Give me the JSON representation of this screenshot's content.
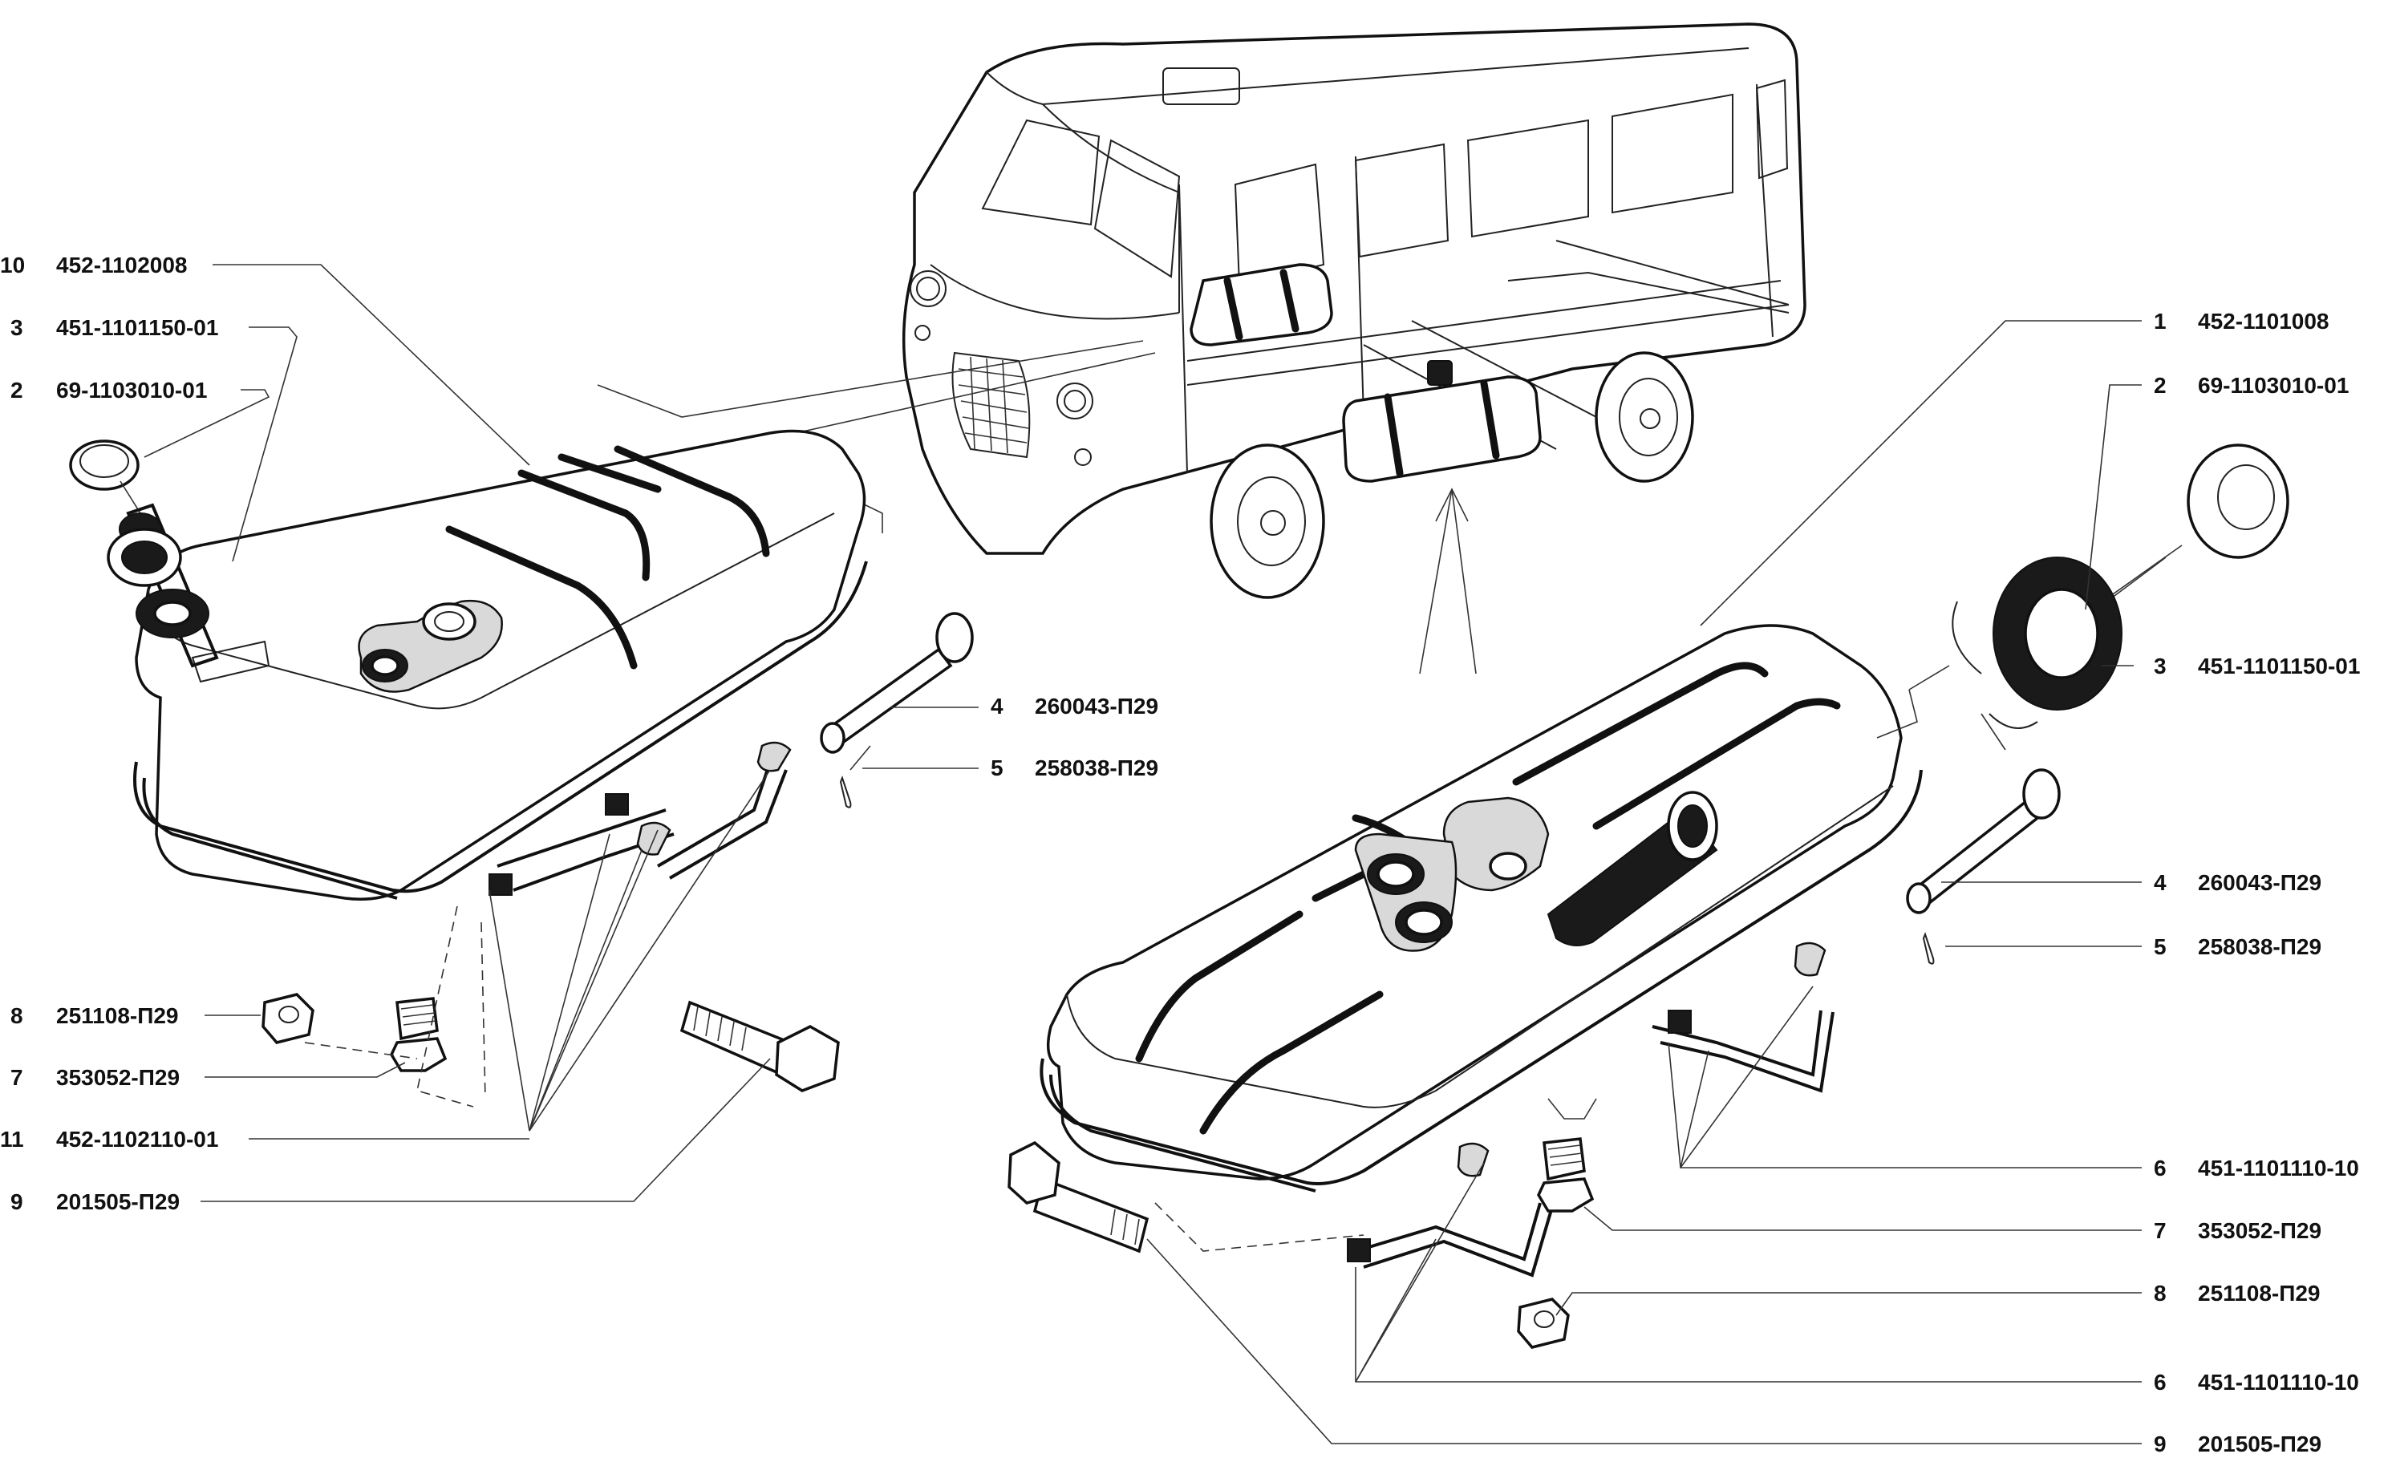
{
  "left_callouts": [
    {
      "num": "10",
      "code": "452-1102008"
    },
    {
      "num": "3",
      "code": "451-1101150-01"
    },
    {
      "num": "2",
      "code": "69-1103010-01"
    },
    {
      "num": "4",
      "code": "260043-П29"
    },
    {
      "num": "5",
      "code": "258038-П29"
    },
    {
      "num": "8",
      "code": "251108-П29"
    },
    {
      "num": "7",
      "code": "353052-П29"
    },
    {
      "num": "11",
      "code": "452-1102110-01"
    },
    {
      "num": "9",
      "code": "201505-П29"
    }
  ],
  "right_callouts": [
    {
      "num": "1",
      "code": "452-1101008"
    },
    {
      "num": "2",
      "code": "69-1103010-01"
    },
    {
      "num": "3",
      "code": "451-1101150-01"
    },
    {
      "num": "4",
      "code": "260043-П29"
    },
    {
      "num": "5",
      "code": "258038-П29"
    },
    {
      "num": "6",
      "code": "451-1101110-10"
    },
    {
      "num": "7",
      "code": "353052-П29"
    },
    {
      "num": "8",
      "code": "251108-П29"
    },
    {
      "num": "6",
      "code": "451-1101110-10"
    },
    {
      "num": "9",
      "code": "201505-П29"
    }
  ]
}
